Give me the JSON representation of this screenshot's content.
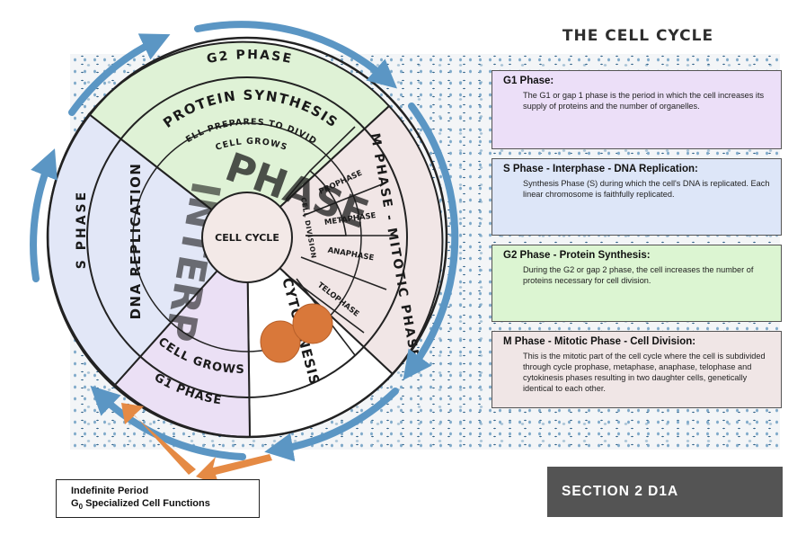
{
  "title": "THE CELL CYCLE",
  "badge": "SECTION 2 D1A",
  "colors": {
    "g2": "#dff2d6",
    "s": "#e2e7f7",
    "g1": "#ebe0f5",
    "m": "#f1e6e6",
    "arrow": "#5b96c4",
    "orange": "#e58a44"
  },
  "wheel": {
    "center": "CELL CYCLE",
    "g2_outer": "G2 PHASE",
    "g2_inner": "PROTEIN SYNTHESIS",
    "g2_sub1": "CELL PREPARES TO DIVIDE",
    "g2_sub2": "CELL GROWS",
    "s_outer": "S PHASE",
    "s_inner": "DNA REPLICATION",
    "g1_inner": "CELL GROWS",
    "g1_outer": "G1 PHASE",
    "m_outer": "M PHASE - MITOTIC PHASE",
    "cell_division": "CELL DIVISION",
    "mitosis": [
      "PROPHASE",
      "METAPHASE",
      "ANAPHASE",
      "TELOPHASE"
    ],
    "cytokinesis": "CYTOKINESIS",
    "watermark1": "PHASE",
    "watermark2": "INTERP"
  },
  "g0": {
    "line1": "Indefinite Period",
    "line2": "G",
    "sub": "0",
    "rest": " Specialized Cell Functions"
  },
  "boxes": [
    {
      "title": "G1 Phase:",
      "text": "The G1 or gap 1 phase is the period in which the cell increases its supply of proteins and the number of organelles."
    },
    {
      "title": "S Phase - Interphase - DNA Replication:",
      "text": "Synthesis Phase (S) during which the cell's DNA is replicated. Each linear chromosome is faithfully replicated."
    },
    {
      "title": "G2 Phase - Protein Synthesis:",
      "text": "During the G2 or gap 2 phase, the cell increases the number of proteins necessary for cell division."
    },
    {
      "title": "M Phase - Mitotic Phase - Cell Division:",
      "text": "This is the mitotic part of the cell cycle where the cell is subdivided through cycle prophase, metaphase, anaphase, telophase and cytokinesis phases resulting in two daughter cells, genetically identical to each other."
    }
  ]
}
